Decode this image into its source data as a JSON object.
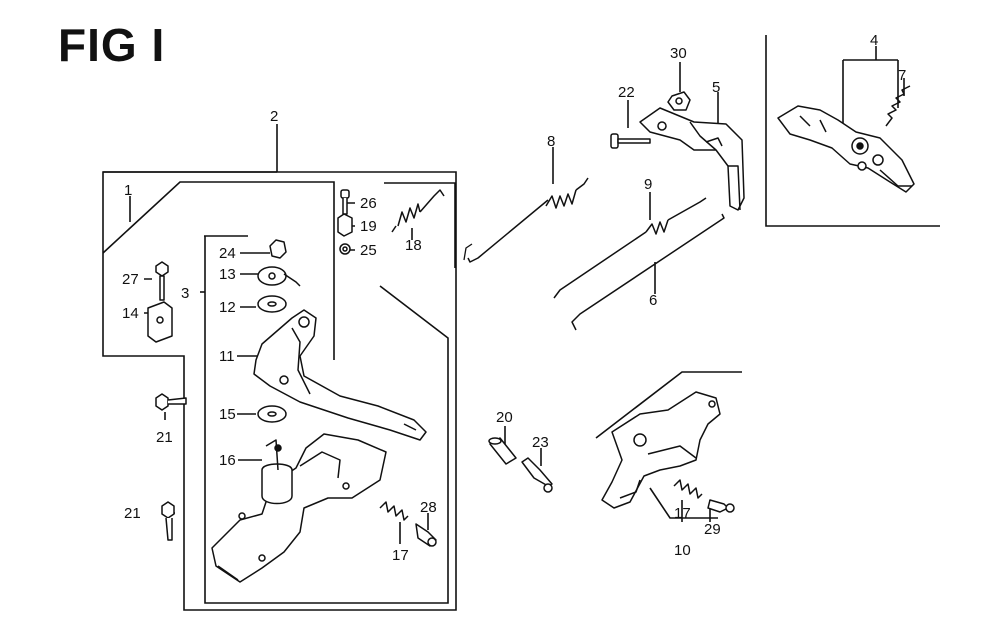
{
  "figure": {
    "title": "FIG I"
  },
  "callouts": {
    "c1": "1",
    "c2": "2",
    "c3": "3",
    "c4": "4",
    "c5": "5",
    "c6": "6",
    "c7": "7",
    "c8": "8",
    "c9": "9",
    "c10": "10",
    "c11": "11",
    "c12": "12",
    "c13": "13",
    "c14": "14",
    "c15": "15",
    "c16": "16",
    "c17a": "17",
    "c17b": "17",
    "c18": "18",
    "c19": "19",
    "c20": "20",
    "c21a": "21",
    "c21b": "21",
    "c22": "22",
    "c23": "23",
    "c24": "24",
    "c25": "25",
    "c26": "26",
    "c27": "27",
    "c28": "28",
    "c29": "29",
    "c30": "30"
  },
  "colors": {
    "ink": "#111111",
    "part_fill": "#ffffff",
    "shade": "#8a8a8a"
  }
}
